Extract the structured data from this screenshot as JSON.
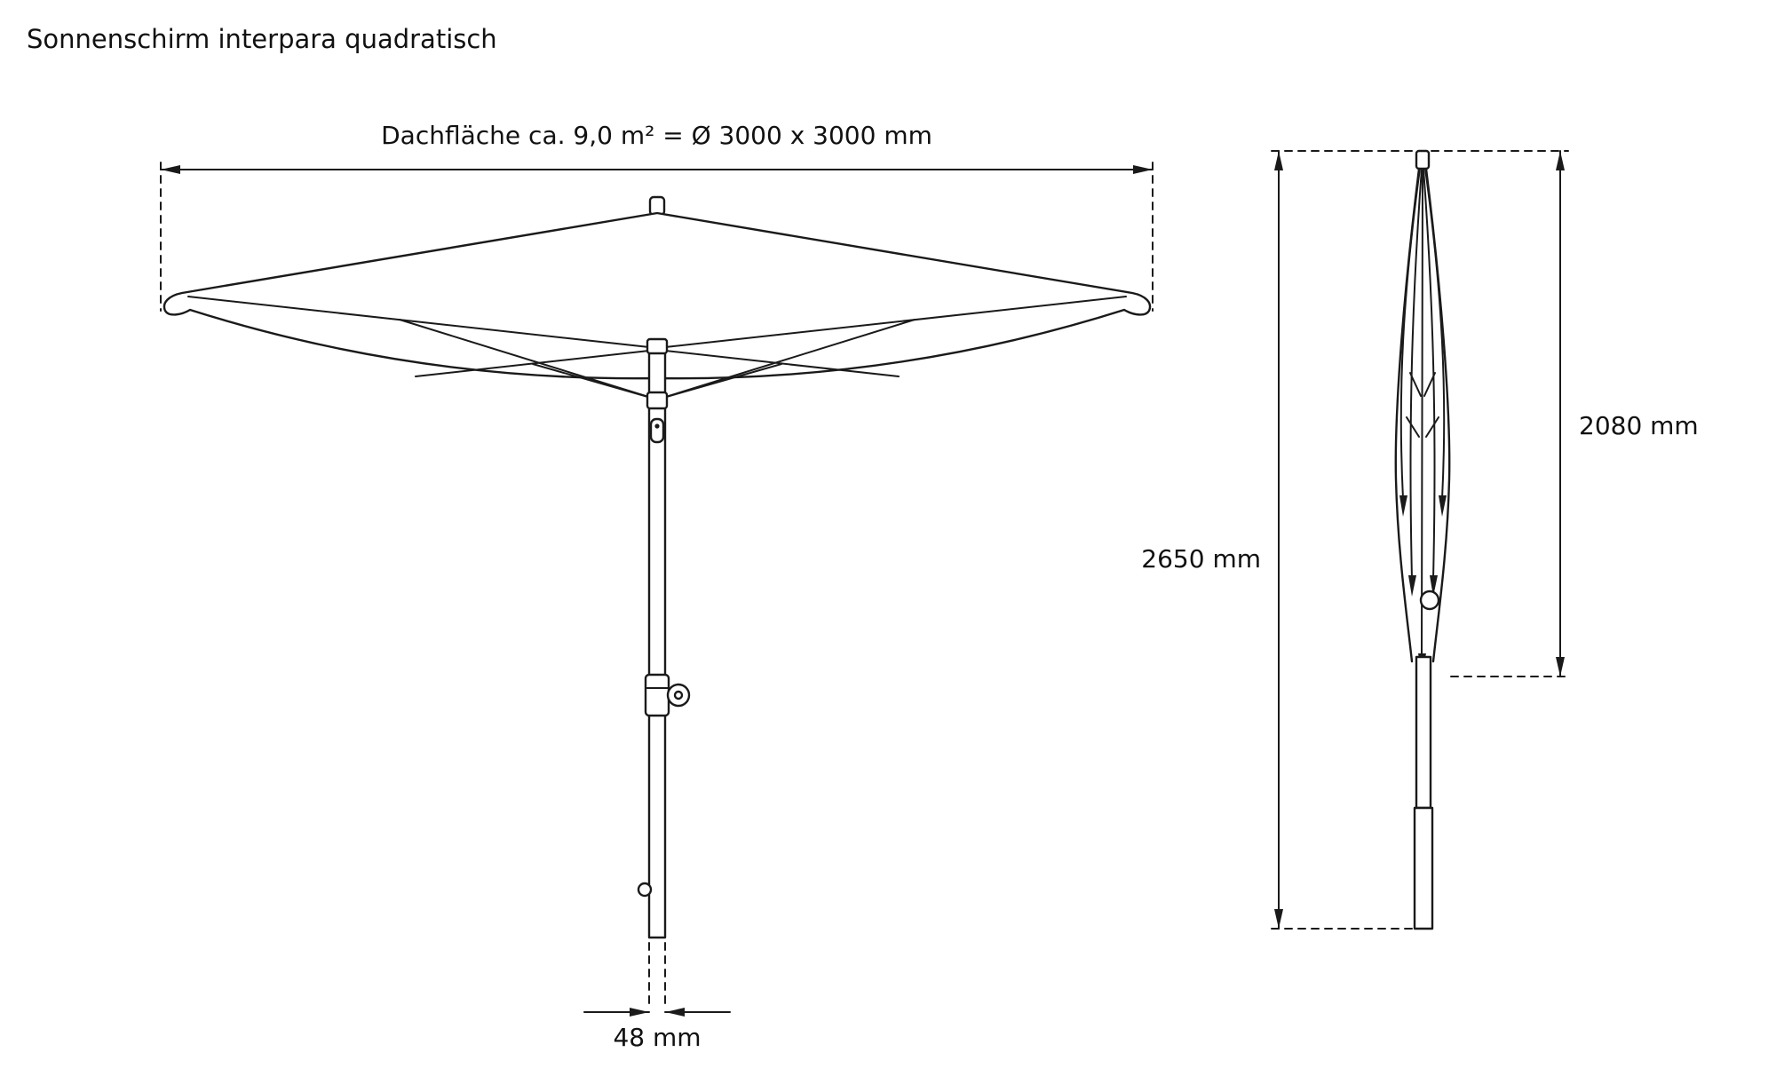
{
  "title": "Sonnenschirm interpara quadratisch",
  "open_view": {
    "roof_area_label": "Dachfläche ca. 9,0 m² = Ø 3000 x 3000 mm",
    "pole_diameter_label": "48 mm"
  },
  "closed_view": {
    "total_height_label": "2650 mm",
    "canopy_height_label": "2080 mm"
  },
  "colors": {
    "line": "#1a1a1a",
    "background": "#ffffff"
  }
}
